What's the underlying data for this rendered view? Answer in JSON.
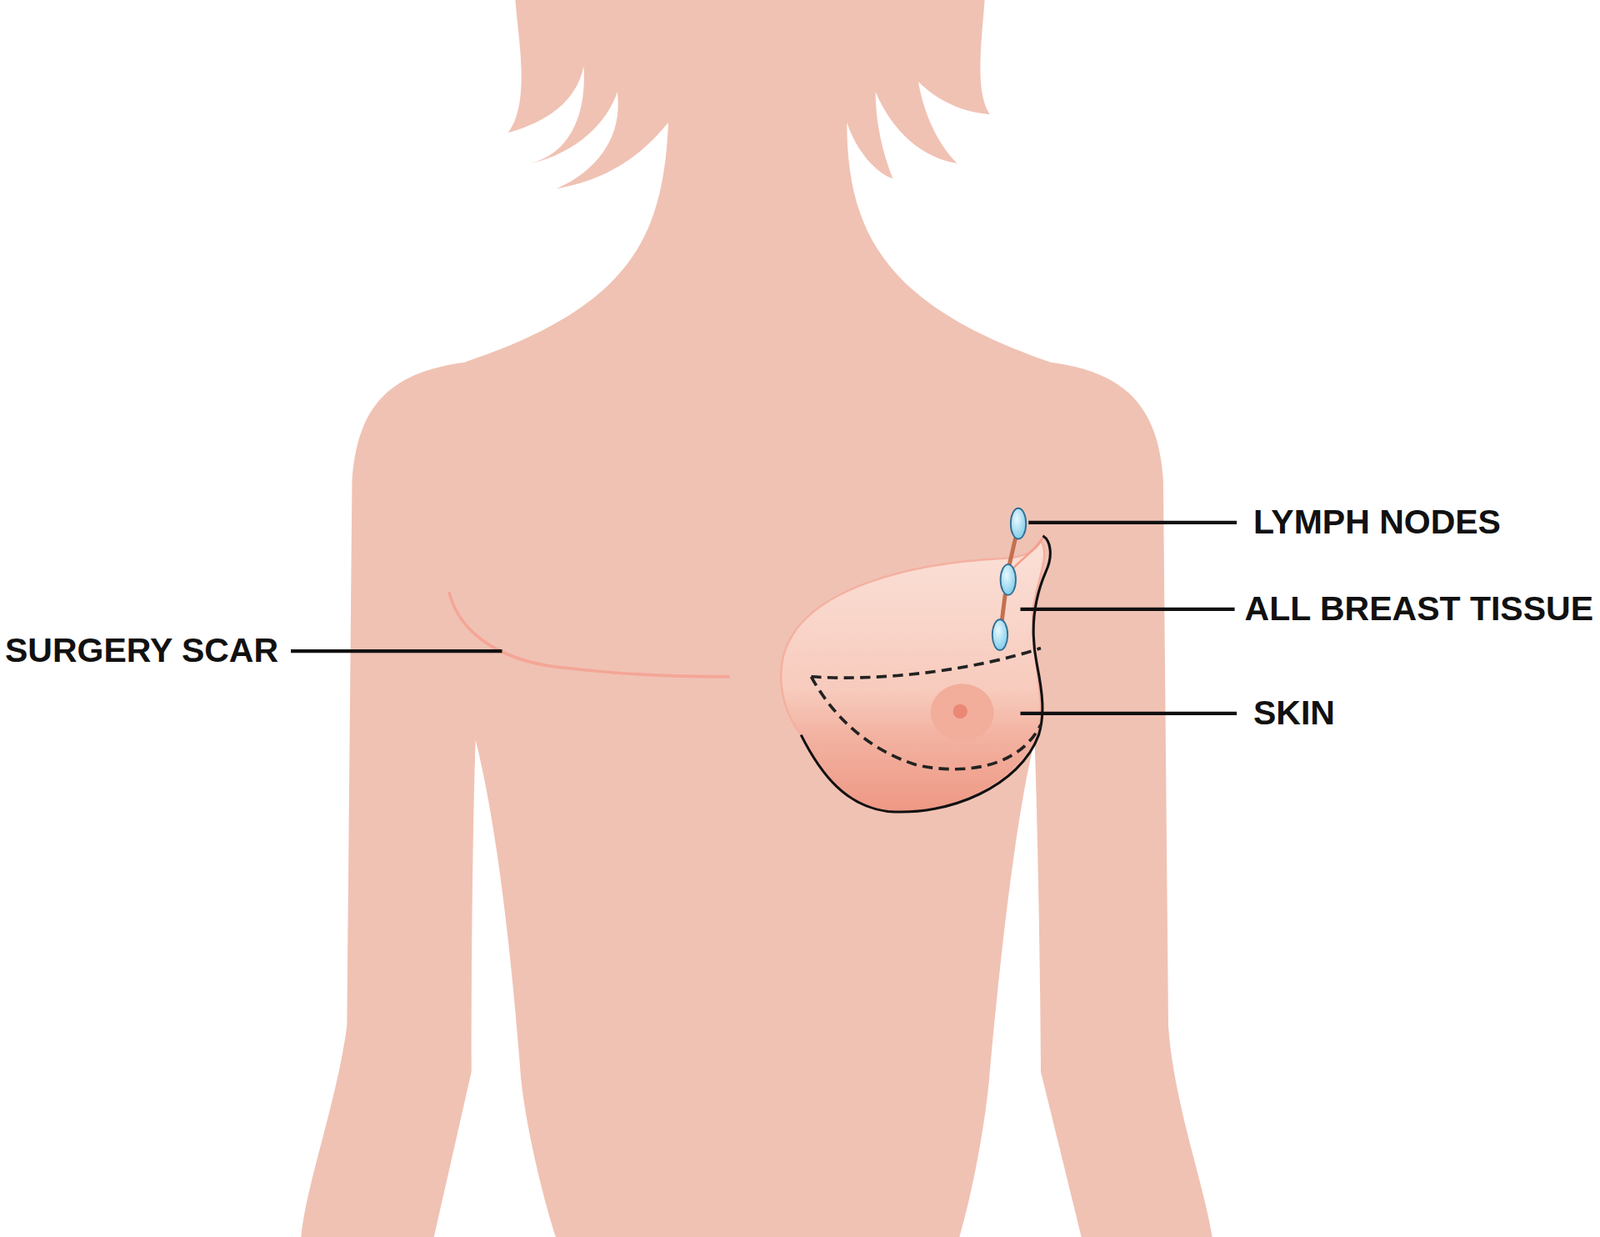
{
  "diagram": {
    "labels": [
      "LYMPH NODES",
      "ALL BREAST TISSUE",
      "SKIN",
      "SURGERY SCAR"
    ]
  }
}
